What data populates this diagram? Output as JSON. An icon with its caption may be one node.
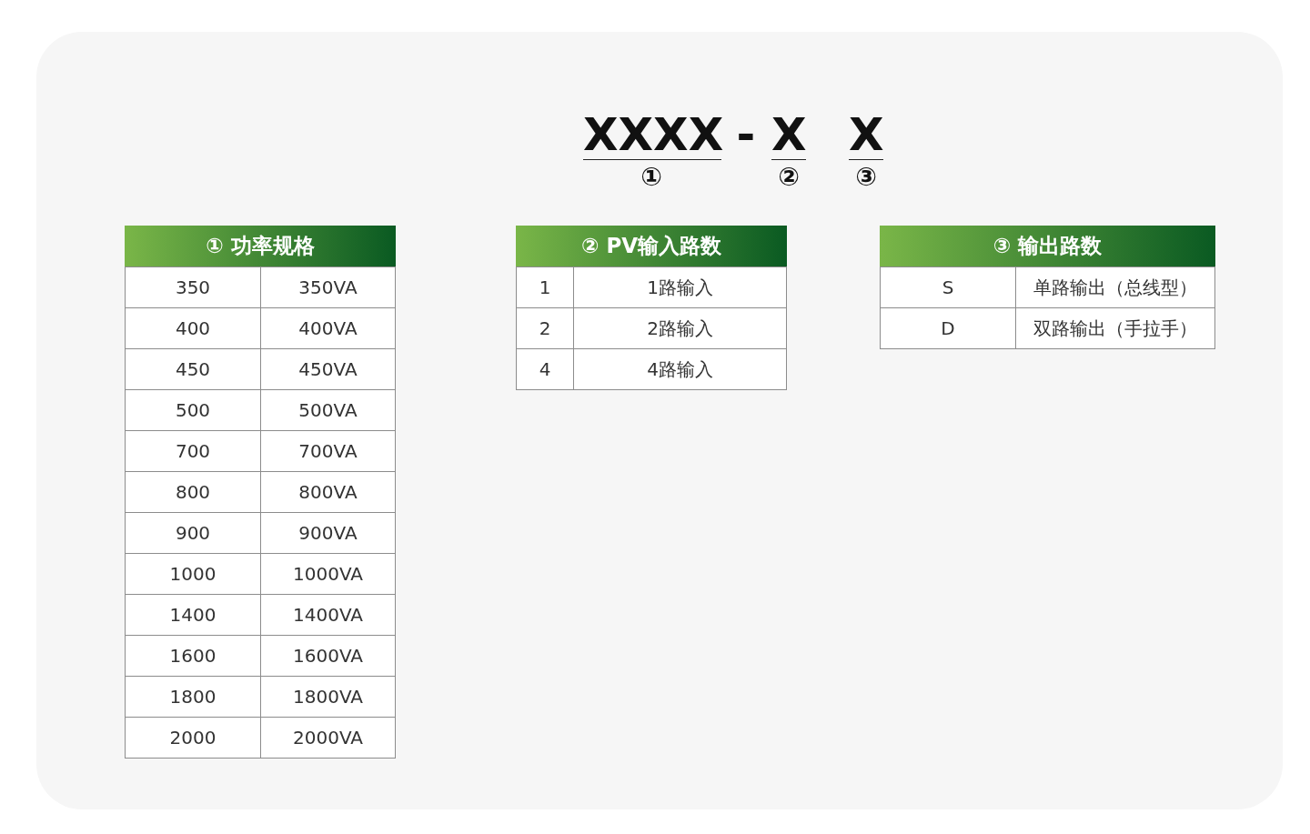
{
  "diagram": {
    "labels": [
      "XXXX",
      "-",
      "X",
      "X",
      "①",
      "②",
      "③",
      "① 功率规格",
      "350",
      "350VA",
      "400",
      "400VA",
      "450",
      "450VA",
      "500",
      "500VA",
      "700",
      "700VA",
      "800",
      "800VA",
      "900",
      "900VA",
      "1000",
      "1000VA",
      "1400",
      "1400VA",
      "1600",
      "1600VA",
      "1800",
      "1800VA",
      "2000",
      "2000VA",
      "② PV输入路数",
      "1",
      "1路输入",
      "2",
      "2路输入",
      "4",
      "4路输入",
      "③ 输出路数",
      "S",
      "单路输出（总线型）",
      "D",
      "双路输出（手拉手）"
    ]
  }
}
